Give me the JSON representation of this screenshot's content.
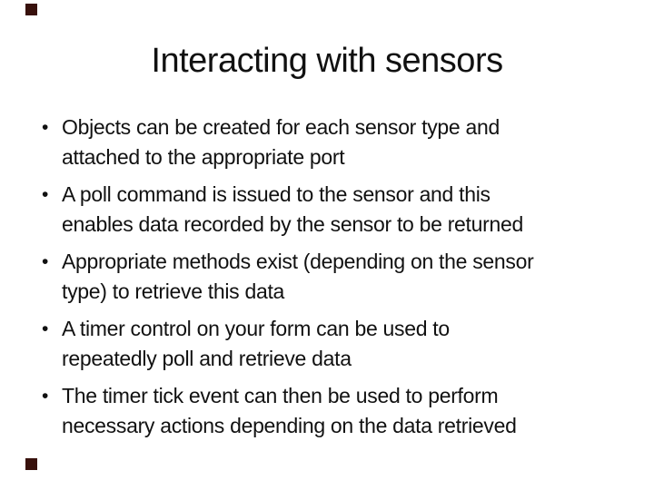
{
  "slide": {
    "title": "Interacting with sensors",
    "bullet_char": "•",
    "bullets": [
      {
        "text": "Objects can be created for each sensor type and attached to the appropriate port",
        "lines": [
          "Objects can be created for each sensor type and",
          "attached to the appropriate port"
        ]
      },
      {
        "text": "A poll command is issued to the sensor and this enables data recorded by the sensor to be returned",
        "lines": [
          "A poll command is issued to the sensor and this",
          "enables data recorded by the sensor to be returned"
        ]
      },
      {
        "text": "Appropriate methods exist (depending on the sensor type) to retrieve this data",
        "lines": [
          "Appropriate methods exist (depending on the sensor",
          "type) to retrieve this data"
        ]
      },
      {
        "text": "A timer control on your form can be used to repeatedly poll and retrieve data",
        "lines": [
          "A timer control on your form can be used to",
          "repeatedly poll and retrieve data"
        ]
      },
      {
        "text": "The timer tick event can then be used to perform necessary actions depending on the data retrieved",
        "lines": [
          "The timer tick event can then be used to perform",
          "necessary actions depending on the data retrieved"
        ]
      }
    ],
    "colors": {
      "background": "#ffffff",
      "text": "#111111",
      "corner_accent": "#38110c"
    }
  }
}
